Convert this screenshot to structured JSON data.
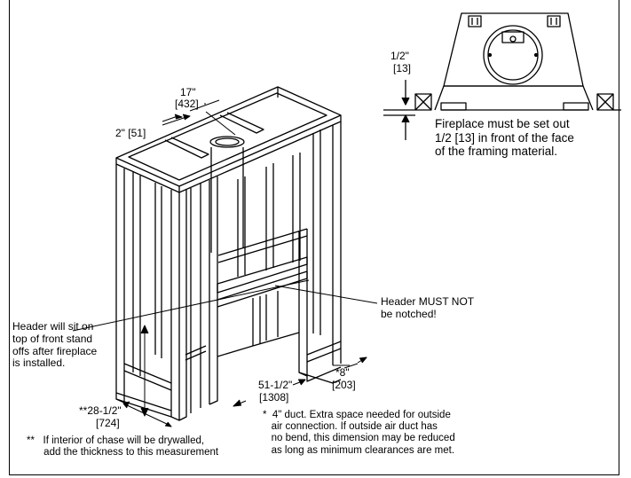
{
  "labels": {
    "width_17": "17\"",
    "width_432": "[432]",
    "stud_2": "2\" [51]",
    "half_inch": "1/2\"",
    "half_mm": "[13]",
    "set_out_note": "Fireplace must be set out\n1/2 [13] in front of the face\nof the framing material.",
    "header_note": "Header MUST NOT\nbe notched!",
    "header_sit_note": "Header will sit on\ntop of front stand\noffs after fireplace\nis installed.",
    "depth_in": "*8\"",
    "depth_mm": "[203]",
    "width_in": "51-1/2\"",
    "width_mm": "[1308]",
    "height_in": "**28-1/2\"",
    "height_mm": "[724]",
    "duct_note": "*  4\" duct. Extra space needed for outside\n   air connection. If outside air duct has\n   no bend, this dimension may be reduced\n   as long as minimum clearances are met.",
    "drywall_note": "**   If interior of chase will be drywalled,\n      add the thickness to this measurement"
  }
}
